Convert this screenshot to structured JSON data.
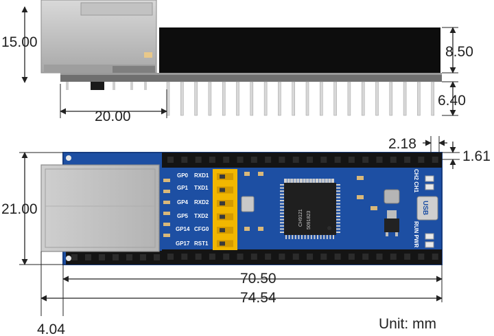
{
  "side_view": {
    "height_total": "15.00",
    "header_height": "8.50",
    "pin_length": "6.40",
    "jack_to_pins": "20.00"
  },
  "top_view": {
    "pin_pitch": "2.18",
    "pin_offset": "1.61",
    "board_width": "21.00",
    "pcb_length": "70.50",
    "overall_length": "74.54",
    "jack_overhang": "4.04",
    "unit_label": "Unit: mm"
  },
  "silkscreen": {
    "gpio": [
      "GP0",
      "GP1",
      "GP4",
      "GP5",
      "GP14",
      "GP17"
    ],
    "signals": [
      "RXD1",
      "TXD1",
      "RXD2",
      "TXD2",
      "CFG0",
      "RST1"
    ],
    "chip_part": "CH9121",
    "chip_code": "5091823",
    "leds_top": "CH2 CH1",
    "leds_bottom": "RUN PWR",
    "usb_label": "USB"
  },
  "colors": {
    "pcb": "#1d4fa3",
    "header": "#111111",
    "jack": "#b9b9b9",
    "switch": "#f2b700",
    "pin": "#d8d8d8"
  }
}
